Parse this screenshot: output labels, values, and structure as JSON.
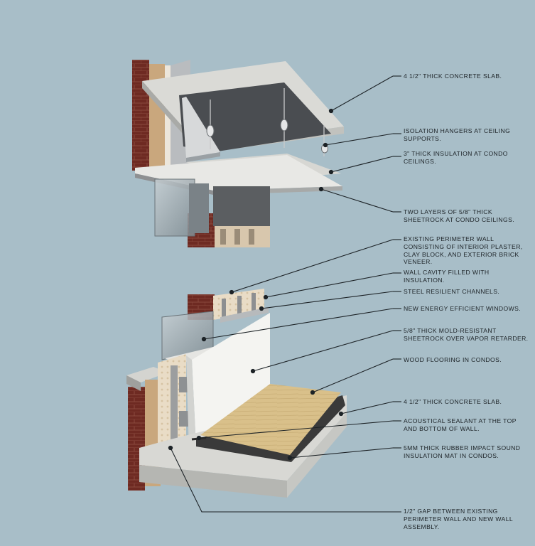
{
  "callouts": [
    {
      "id": "slab-top",
      "text": "4 1/2\" thick concrete slab."
    },
    {
      "id": "isolation-hangers",
      "text": "Isolation hangers at ceiling supports."
    },
    {
      "id": "ceiling-insulation",
      "text": "3\" thick insulation at condo ceilings."
    },
    {
      "id": "sheetrock-ceiling",
      "text": "Two layers of 5/8\" thick sheetrock at condo ceilings."
    },
    {
      "id": "perimeter-wall",
      "text": "Existing perimeter wall consisting of interior plaster, clay block, and exterior brick veneer."
    },
    {
      "id": "wall-cavity",
      "text": "Wall cavity filled with insulation."
    },
    {
      "id": "resilient-channels",
      "text": "Steel resilient channels."
    },
    {
      "id": "windows",
      "text": "New energy efficient windows."
    },
    {
      "id": "mold-resistant",
      "text": "5/8\" thick mold-resistant sheetrock over vapor retarder."
    },
    {
      "id": "wood-flooring",
      "text": "Wood flooring in condos."
    },
    {
      "id": "slab-bottom",
      "text": "4 1/2\" thick concrete slab."
    },
    {
      "id": "acoustical-sealant",
      "text": "Acoustical sealant at the top and bottom of wall."
    },
    {
      "id": "rubber-mat",
      "text": "5mm thick rubber impact sound insulation mat in condos."
    },
    {
      "id": "half-inch-gap",
      "text": "1/2\" gap between existing perimeter wall and new wall assembly."
    }
  ],
  "colors": {
    "background": "#a8bec8",
    "brick": "#6e2a22",
    "concrete": "#d9d9d6",
    "wood_floor": "#d9c08a",
    "rubber_mat": "#3a3a3a",
    "drywall": "#f3f3f0",
    "glass": "#8f9aa0",
    "leader": "#1c2226"
  }
}
